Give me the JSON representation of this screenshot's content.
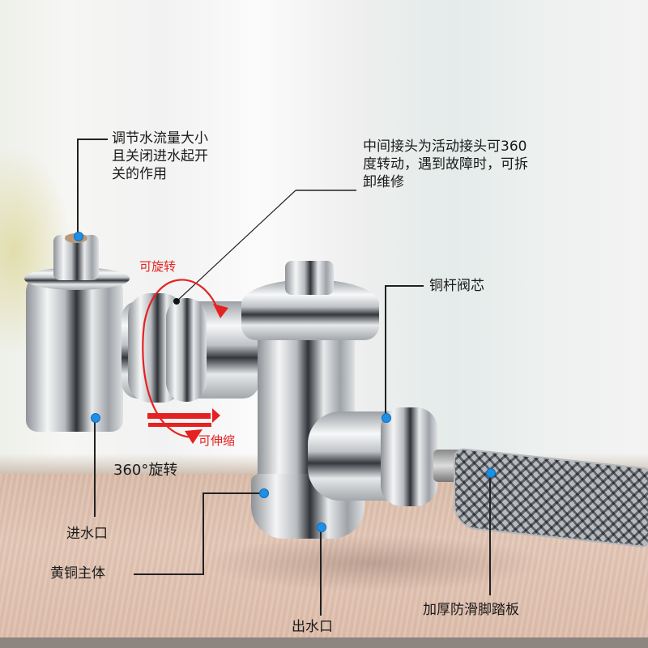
{
  "product": {
    "name": "foot-pedal flush valve",
    "colors": {
      "chrome": "#c8ccd0",
      "callout_dot": "#1e8fe3",
      "arrow_red": "#e52222",
      "text": "#1a1a1a"
    }
  },
  "callouts": {
    "flow_control": {
      "lines": [
        "调节水流量大小",
        "且关闭进水起开",
        "关的作用"
      ]
    },
    "middle_joint": {
      "lines": [
        "中间接头为活动接头可360",
        "度转动，遇到故障时，可拆",
        "卸维修"
      ]
    },
    "valve_core": {
      "label": "铜杆阀芯"
    },
    "rotate_360": {
      "label": "360°旋转"
    },
    "inlet": {
      "label": "进水口"
    },
    "brass_body": {
      "label": "黄铜主体"
    },
    "outlet": {
      "label": "出水口"
    },
    "pedal": {
      "label": "加厚防滑脚踏板"
    }
  },
  "annotations": {
    "rotatable": "可旋转",
    "extendable": "可伸缩"
  }
}
